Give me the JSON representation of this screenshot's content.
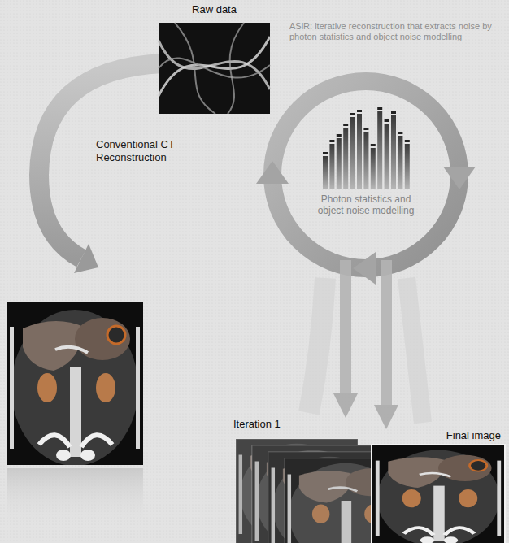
{
  "diagram": {
    "nodes": [
      {
        "text": [
          "Raw data"
        ]
      },
      {
        "text": [
          "Photon statistics and object noise modelling"
        ]
      },
      {
        "text": [
          "Iteration 1"
        ]
      },
      {
        "text": [
          "Final image"
        ]
      }
    ],
    "edges": [
      {
        "from": 1,
        "to": 2,
        "arrow": "to"
      },
      {
        "from": 1,
        "to": 3,
        "arrow": "to"
      }
    ],
    "labels": [
      "ASiR: iterative reconstruction that extracts noise by photon statistics and object noise modelling",
      "Conventional CT Reconstruction"
    ]
  }
}
